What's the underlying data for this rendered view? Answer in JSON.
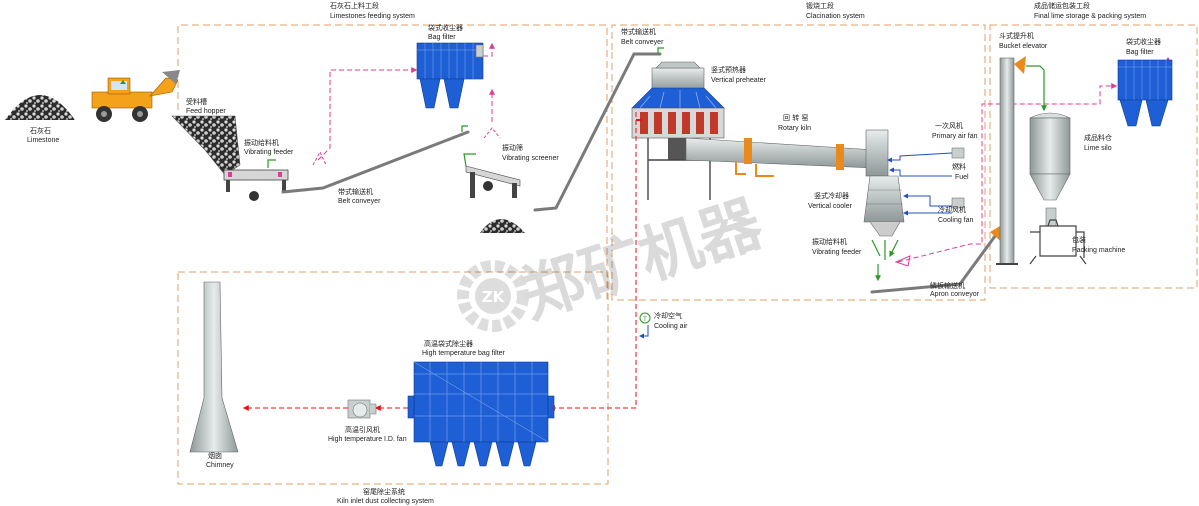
{
  "sections": {
    "feeding": {
      "zh": "石灰石上料工段",
      "en": "Limestones feeding system"
    },
    "calcination": {
      "zh": "锻烧工段",
      "en": "Clacination system"
    },
    "final": {
      "zh": "成品储运包装工段",
      "en": "Final lime storage & packing system"
    },
    "kiln_inlet": {
      "zh": "窑尾除尘系统",
      "en": "Kiln inlet dust collecting system"
    }
  },
  "equipment": {
    "limestone": {
      "zh": "石灰石",
      "en": "Limestone"
    },
    "feed_hopper": {
      "zh": "受料槽",
      "en": "Feed hopper"
    },
    "vibrating_feeder_1": {
      "zh": "振动给料机",
      "en": "Vibrating feeder"
    },
    "belt_conveyor_1": {
      "zh": "带式输送机",
      "en": "Belt conveyer"
    },
    "bag_filter_1": {
      "zh": "袋式收尘器",
      "en": "Bag filter"
    },
    "vibrating_screener": {
      "zh": "振动筛",
      "en": "Vibrating screener"
    },
    "belt_conveyor_2": {
      "zh": "带式输送机",
      "en": "Belt conveyer"
    },
    "vertical_preheater": {
      "zh": "竖式预热器",
      "en": "Vertical preheater"
    },
    "rotary_kiln": {
      "zh": "回 转 窑",
      "en": "Rotary kiln"
    },
    "primary_air_fan": {
      "zh": "一次风机",
      "en": "Primary air fan"
    },
    "fuel": {
      "zh": "燃料",
      "en": "Fuel"
    },
    "vertical_cooler": {
      "zh": "竖式冷却器",
      "en": "Vertical cooler"
    },
    "cooling_fan": {
      "zh": "冷却风机",
      "en": "Cooling fan"
    },
    "vibrating_feeder_2": {
      "zh": "振动给料机",
      "en": "Vibrating feeder"
    },
    "apron_conveyor": {
      "zh": "鳞板输送机",
      "en": "Apron conveyor"
    },
    "bucket_elevator": {
      "zh": "斗式提升机",
      "en": "Bucket elevator"
    },
    "bag_filter_2": {
      "zh": "袋式收尘器",
      "en": "Bag filter"
    },
    "lime_silo": {
      "zh": "成品料仓",
      "en": "Lime silo"
    },
    "packing_machine": {
      "zh": "包装",
      "en": "Packing machine"
    },
    "cooling_air": {
      "zh": "冷却空气",
      "en": "Cooling air"
    },
    "ht_bag_filter": {
      "zh": "高温袋式除尘器",
      "en": "High temperature bag filter"
    },
    "ht_id_fan": {
      "zh": "高温引风机",
      "en": "High temperature I.D. fan"
    },
    "chimney": {
      "zh": "烟囱",
      "en": "Chimney"
    }
  },
  "watermark": {
    "text": "郑矿机器",
    "logo": "ZK"
  },
  "colors": {
    "dust_pipe": "#e23b96",
    "hot_gas": "#e11111",
    "boundary": "#e0a26a",
    "equipment_blue": "#1f5fd6",
    "conveyor": "#7a7a7a",
    "loader": "#f3a21a",
    "chute": "#e98a1a"
  }
}
